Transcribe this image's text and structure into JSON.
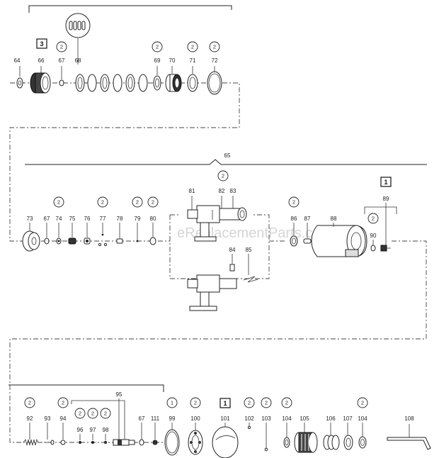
{
  "watermark": "eReplacementParts.com",
  "assembly_label": "65",
  "group_label": "95",
  "part_labels": [
    "64",
    "66",
    "67",
    "68",
    "69",
    "70",
    "71",
    "72",
    "73",
    "67",
    "74",
    "75",
    "76",
    "77",
    "78",
    "79",
    "80",
    "81",
    "82",
    "83",
    "84",
    "85",
    "86",
    "87",
    "88",
    "89",
    "90",
    "92",
    "93",
    "94",
    "96",
    "97",
    "98",
    "67",
    "111",
    "99",
    "100",
    "101",
    "102",
    "103",
    "104",
    "105",
    "106",
    "107",
    "104",
    "108"
  ],
  "quantity_circles": [
    "2",
    "2",
    "2",
    "2",
    "2",
    "2",
    "2",
    "2",
    "2",
    "2",
    "2",
    "2",
    "2",
    "2",
    "2",
    "2",
    "2",
    "2",
    "1",
    "2",
    "2",
    "2",
    "2",
    "2",
    "2"
  ],
  "boxed_numbers": [
    "3",
    "1",
    "1"
  ]
}
